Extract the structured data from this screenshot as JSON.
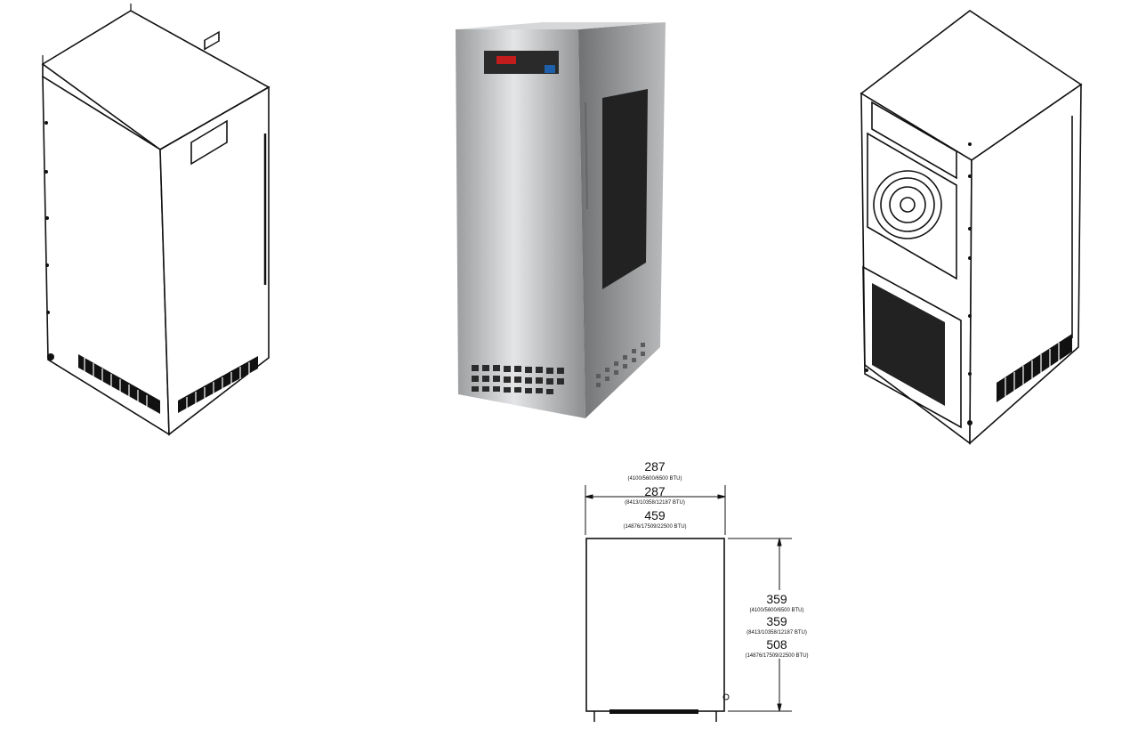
{
  "views": {
    "left_iso": {
      "name": "enclosure-air-conditioner-front-isometric"
    },
    "photo": {
      "name": "stainless-enclosure-air-conditioner-photo"
    },
    "right_iso": {
      "name": "enclosure-air-conditioner-rear-isometric"
    }
  },
  "dimensions": {
    "width": [
      {
        "value": "287",
        "note": "(4100/5600/6500 BTU)"
      },
      {
        "value": "287",
        "note": "(8413/10358/12187 BTU)"
      },
      {
        "value": "459",
        "note": "(14876/17509/22500 BTU)"
      }
    ],
    "height": [
      {
        "value": "359",
        "note": "(4100/5600/6500 BTU)"
      },
      {
        "value": "359",
        "note": "(8413/10358/12187 BTU)"
      },
      {
        "value": "508",
        "note": "(14876/17509/22500 BTU)"
      }
    ]
  }
}
